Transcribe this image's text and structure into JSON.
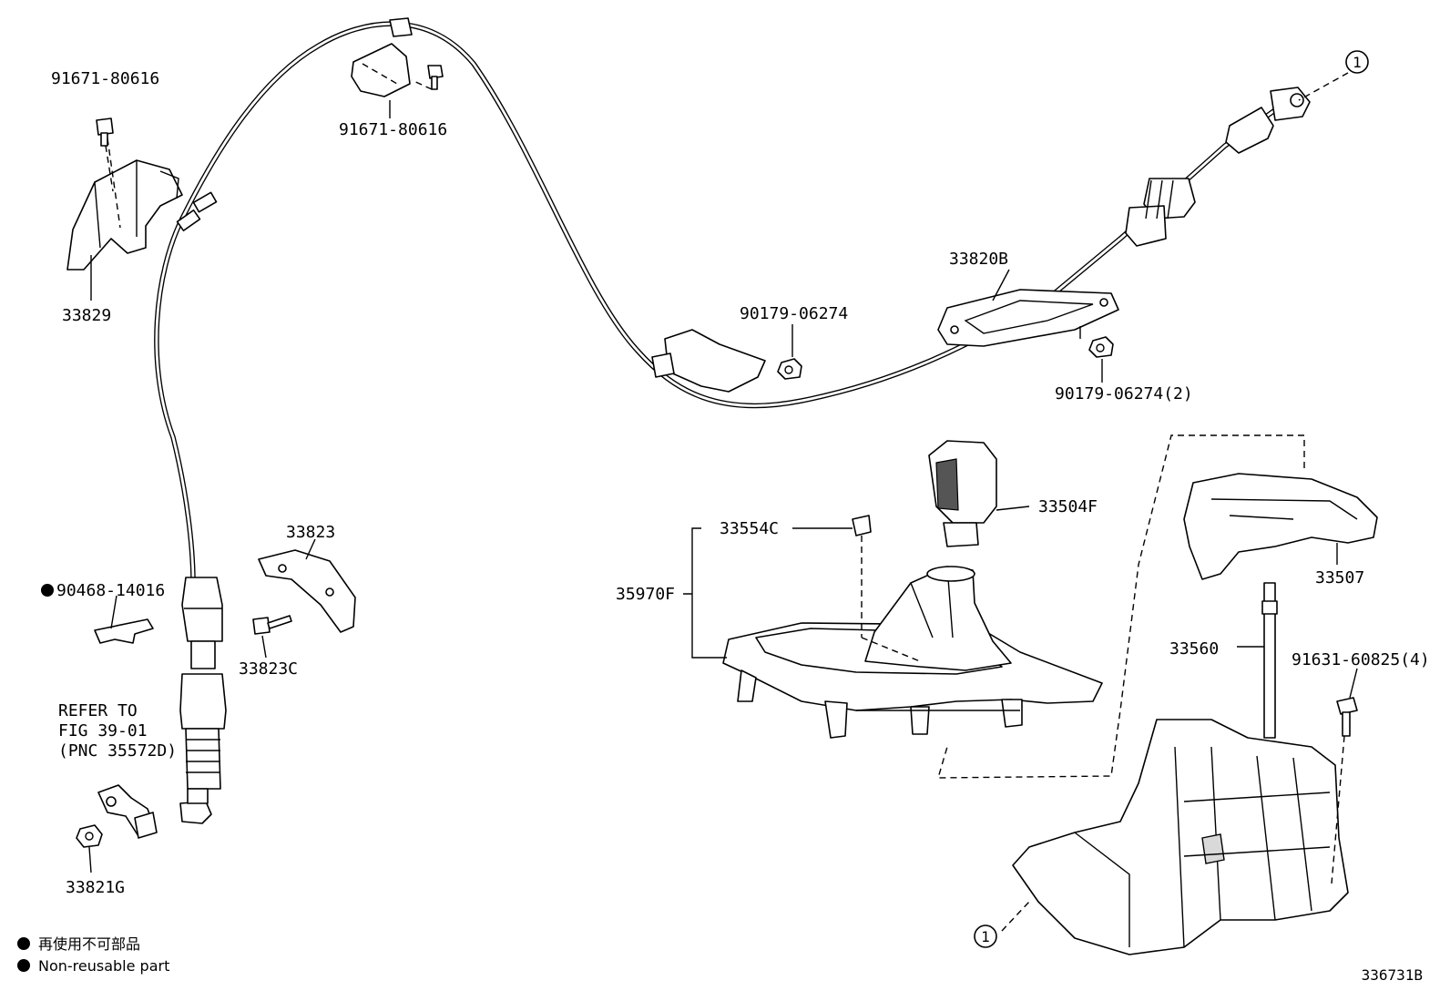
{
  "diagram": {
    "part_labels": {
      "bolt_top_left": "91671-80616",
      "bolt_top_center": "91671-80616",
      "bracket_33829": "33829",
      "cable_33820B": "33820B",
      "nut_90179": "90179-06274",
      "nut_90179_qty": "90179-06274(2)",
      "marker_1_top": "1",
      "marker_1_bottom": "1",
      "knob_33504F": "33504F",
      "clip_33554C": "33554C",
      "housing_35970F": "35970F",
      "cover_33507": "33507",
      "lever_33560": "33560",
      "bolt_91631": "91631-60825(4)",
      "bracket_33823": "33823",
      "bolt_33823C": "33823C",
      "clip_90468": "90468-14016",
      "bushing_33821G": "33821G"
    },
    "refer_note": {
      "line1": "REFER TO",
      "line2": "FIG 39-01",
      "line3": "(PNC 35572D)"
    },
    "legend": {
      "non_reusable_jp": "再使用不可部品",
      "non_reusable_en": "Non-reusable part"
    },
    "diagram_number": "336731B"
  }
}
